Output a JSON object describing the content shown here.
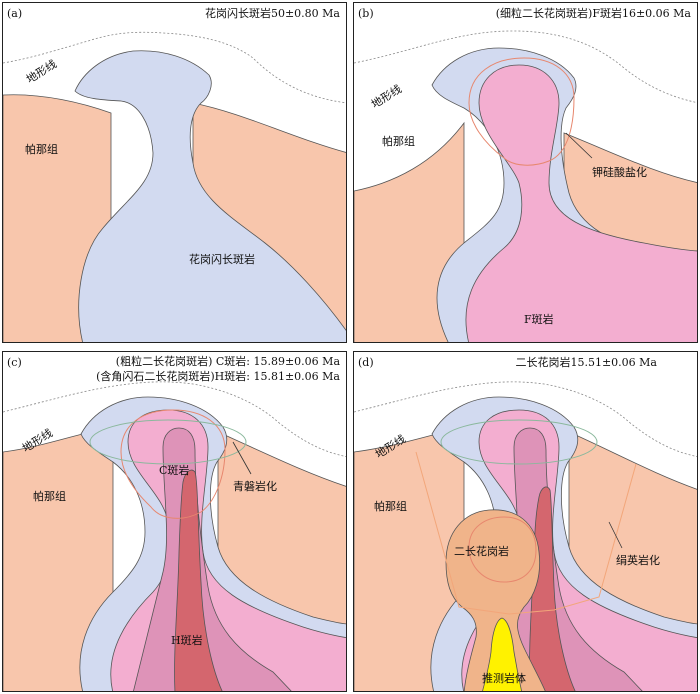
{
  "panels": [
    {
      "letter": "(a)",
      "title": "花岗闪长斑岩50±0.80 Ma",
      "labels": {
        "terrain": "地形线",
        "pana": "帕那组",
        "rock": "花岗闪长斑岩"
      }
    },
    {
      "letter": "(b)",
      "title": "(细粒二长花岗斑岩)F斑岩16±0.06 Ma",
      "labels": {
        "terrain": "地形线",
        "pana": "帕那组",
        "alteration": "钾硅酸盐化",
        "rock": "F斑岩"
      }
    },
    {
      "letter": "(c)",
      "title_line1": "(粗粒二长花岗斑岩) C斑岩: 15.89±0.06 Ma",
      "title_line2": "(含角闪石二长花岗斑岩)H斑岩: 15.81±0.06 Ma",
      "labels": {
        "terrain": "地形线",
        "pana": "帕那组",
        "rock_c": "C斑岩",
        "alteration": "青磐岩化",
        "rock_h": "H斑岩"
      }
    },
    {
      "letter": "(d)",
      "title": "二长花岗岩15.51±0.06 Ma",
      "labels": {
        "terrain": "地形线",
        "pana": "帕那组",
        "rock": "二长花岗岩",
        "alteration": "绢英岩化",
        "inferred": "推测岩体"
      }
    }
  ],
  "colors": {
    "pana_formation": "#f8c6ac",
    "granodiorite_porphyry": "#d2daf0",
    "f_porphyry": "#f3aed0",
    "c_porphyry": "#de93b8",
    "h_porphyry": "#d4666e",
    "monzogranite": "#f0b48a",
    "inferred_pluton": "#fff200",
    "potassic_line": "#e7876e",
    "propylitic_line": "#8ab89c",
    "phyllic_line": "#f2a67a"
  }
}
